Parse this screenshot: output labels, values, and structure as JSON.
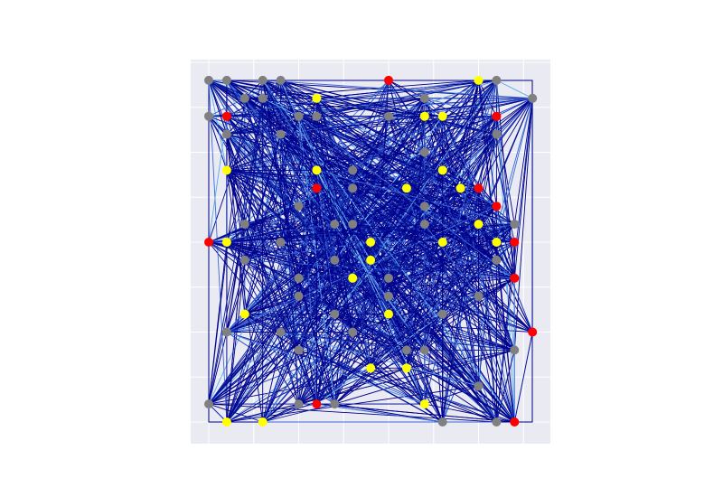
{
  "colors": {
    "background": "#ffffff",
    "axes_face": "#eaeaf2",
    "grid": "#ffffff",
    "frame": "#000080",
    "edge_palette": [
      "#00008b",
      "#0a1a9c",
      "#1f3fbf",
      "#3a6ad8",
      "#5aa8f0",
      "#87cefa"
    ],
    "node_gray": "#808080",
    "node_yellow": "#ffff00",
    "node_red": "#ff0000"
  },
  "axes": {
    "xlim": [
      -1,
      19
    ],
    "ylim": [
      -1,
      21
    ],
    "grid": true
  },
  "graph": {
    "nodes": [
      {
        "x": 0,
        "y": 19,
        "c": "gray"
      },
      {
        "x": 1,
        "y": 19,
        "c": "gray"
      },
      {
        "x": 3,
        "y": 19,
        "c": "gray"
      },
      {
        "x": 4,
        "y": 19,
        "c": "gray"
      },
      {
        "x": 10,
        "y": 19,
        "c": "red"
      },
      {
        "x": 15,
        "y": 19,
        "c": "yellow"
      },
      {
        "x": 16,
        "y": 19,
        "c": "gray"
      },
      {
        "x": 2,
        "y": 18,
        "c": "gray"
      },
      {
        "x": 3,
        "y": 18,
        "c": "gray"
      },
      {
        "x": 6,
        "y": 18,
        "c": "yellow"
      },
      {
        "x": 12,
        "y": 18,
        "c": "gray"
      },
      {
        "x": 18,
        "y": 18,
        "c": "gray"
      },
      {
        "x": 0,
        "y": 17,
        "c": "gray"
      },
      {
        "x": 1,
        "y": 17,
        "c": "red"
      },
      {
        "x": 5,
        "y": 17,
        "c": "gray"
      },
      {
        "x": 6,
        "y": 17,
        "c": "gray"
      },
      {
        "x": 10,
        "y": 17,
        "c": "gray"
      },
      {
        "x": 12,
        "y": 17,
        "c": "yellow"
      },
      {
        "x": 13,
        "y": 17,
        "c": "yellow"
      },
      {
        "x": 16,
        "y": 17,
        "c": "red"
      },
      {
        "x": 1,
        "y": 16,
        "c": "gray"
      },
      {
        "x": 4,
        "y": 16,
        "c": "gray"
      },
      {
        "x": 16,
        "y": 16,
        "c": "gray"
      },
      {
        "x": 12,
        "y": 15,
        "c": "gray"
      },
      {
        "x": 1,
        "y": 14,
        "c": "yellow"
      },
      {
        "x": 6,
        "y": 14,
        "c": "yellow"
      },
      {
        "x": 8,
        "y": 14,
        "c": "gray"
      },
      {
        "x": 13,
        "y": 14,
        "c": "yellow"
      },
      {
        "x": 6,
        "y": 13,
        "c": "red"
      },
      {
        "x": 8,
        "y": 13,
        "c": "gray"
      },
      {
        "x": 11,
        "y": 13,
        "c": "yellow"
      },
      {
        "x": 14,
        "y": 13,
        "c": "yellow"
      },
      {
        "x": 15,
        "y": 13,
        "c": "red"
      },
      {
        "x": 5,
        "y": 12,
        "c": "gray"
      },
      {
        "x": 12,
        "y": 12,
        "c": "gray"
      },
      {
        "x": 16,
        "y": 12,
        "c": "red"
      },
      {
        "x": 2,
        "y": 11,
        "c": "gray"
      },
      {
        "x": 7,
        "y": 11,
        "c": "gray"
      },
      {
        "x": 8,
        "y": 11,
        "c": "gray"
      },
      {
        "x": 12,
        "y": 11,
        "c": "gray"
      },
      {
        "x": 15,
        "y": 11,
        "c": "yellow"
      },
      {
        "x": 17,
        "y": 11,
        "c": "gray"
      },
      {
        "x": 0,
        "y": 10,
        "c": "red"
      },
      {
        "x": 1,
        "y": 10,
        "c": "yellow"
      },
      {
        "x": 4,
        "y": 10,
        "c": "gray"
      },
      {
        "x": 9,
        "y": 10,
        "c": "yellow"
      },
      {
        "x": 13,
        "y": 10,
        "c": "yellow"
      },
      {
        "x": 16,
        "y": 10,
        "c": "yellow"
      },
      {
        "x": 17,
        "y": 10,
        "c": "red"
      },
      {
        "x": 2,
        "y": 9,
        "c": "gray"
      },
      {
        "x": 7,
        "y": 9,
        "c": "gray"
      },
      {
        "x": 9,
        "y": 9,
        "c": "yellow"
      },
      {
        "x": 16,
        "y": 9,
        "c": "gray"
      },
      {
        "x": 5,
        "y": 8,
        "c": "gray"
      },
      {
        "x": 8,
        "y": 8,
        "c": "yellow"
      },
      {
        "x": 10,
        "y": 8,
        "c": "gray"
      },
      {
        "x": 17,
        "y": 8,
        "c": "red"
      },
      {
        "x": 5,
        "y": 7,
        "c": "gray"
      },
      {
        "x": 10,
        "y": 7,
        "c": "gray"
      },
      {
        "x": 15,
        "y": 7,
        "c": "gray"
      },
      {
        "x": 2,
        "y": 6,
        "c": "yellow"
      },
      {
        "x": 7,
        "y": 6,
        "c": "gray"
      },
      {
        "x": 10,
        "y": 6,
        "c": "yellow"
      },
      {
        "x": 13,
        "y": 6,
        "c": "gray"
      },
      {
        "x": 1,
        "y": 5,
        "c": "gray"
      },
      {
        "x": 4,
        "y": 5,
        "c": "gray"
      },
      {
        "x": 8,
        "y": 5,
        "c": "gray"
      },
      {
        "x": 18,
        "y": 5,
        "c": "red"
      },
      {
        "x": 5,
        "y": 4,
        "c": "gray"
      },
      {
        "x": 11,
        "y": 4,
        "c": "gray"
      },
      {
        "x": 12,
        "y": 4,
        "c": "gray"
      },
      {
        "x": 17,
        "y": 4,
        "c": "gray"
      },
      {
        "x": 9,
        "y": 3,
        "c": "yellow"
      },
      {
        "x": 11,
        "y": 3,
        "c": "yellow"
      },
      {
        "x": 15,
        "y": 2,
        "c": "gray"
      },
      {
        "x": 0,
        "y": 1,
        "c": "gray"
      },
      {
        "x": 5,
        "y": 1,
        "c": "gray"
      },
      {
        "x": 6,
        "y": 1,
        "c": "red"
      },
      {
        "x": 7,
        "y": 1,
        "c": "gray"
      },
      {
        "x": 12,
        "y": 1,
        "c": "yellow"
      },
      {
        "x": 1,
        "y": 0,
        "c": "yellow"
      },
      {
        "x": 3,
        "y": 0,
        "c": "yellow"
      },
      {
        "x": 13,
        "y": 0,
        "c": "gray"
      },
      {
        "x": 16,
        "y": 0,
        "c": "gray"
      },
      {
        "x": 17,
        "y": 0,
        "c": "red"
      }
    ],
    "edge_count": 1400,
    "edge_seed": 20240611
  }
}
